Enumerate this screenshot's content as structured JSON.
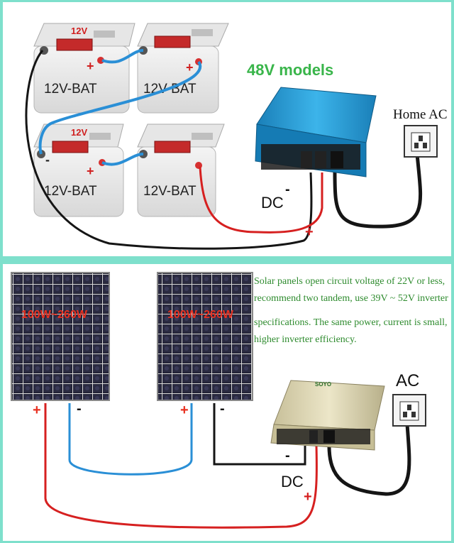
{
  "top": {
    "title": "48V models",
    "battery_label": "12V-BAT",
    "battery_top_label": "12V",
    "plus": "+",
    "minus": "-",
    "dc_label": "DC",
    "home_ac_label": "Home AC",
    "colors": {
      "title": "#39b54a",
      "inverter": "#2aa0d8",
      "red_wire": "#d62020",
      "blue_wire": "#2a8fd6"
    }
  },
  "bottom": {
    "panel_label": "100W~260W",
    "description": [
      "Solar panels open circuit voltage of 22V or less,",
      "recommend two tandem, use 39V ~ 52V inverter",
      "specifications. The same power, current  is small,",
      " higher inverter efficiency."
    ],
    "plus": "+",
    "minus": "-",
    "dc_label": "DC",
    "ac_label": "AC",
    "inverter_brand": "SOYO",
    "colors": {
      "description": "#2e8b2e",
      "panel_label": "#e83020",
      "inverter": "#d8d2b0"
    }
  }
}
